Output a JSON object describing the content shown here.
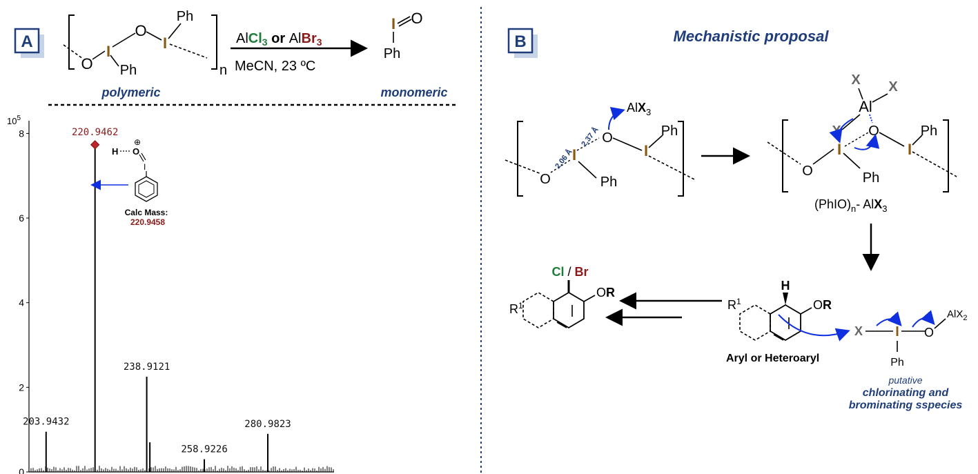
{
  "panel_a": {
    "label": "A",
    "ph_top": "Ph",
    "ph_bottom": "Ph",
    "o_left": "O",
    "o_mid": "O",
    "i_left": "I",
    "i_right": "I",
    "n_sub": "n",
    "polymeric": "polymeric",
    "monomeric": "monomeric",
    "reagent_al1": "Al",
    "reagent_cl3": "Cl",
    "reagent_cl3_sub": "3",
    "reagent_or": " or ",
    "reagent_al2": "Al",
    "reagent_br3": "Br",
    "reagent_br3_sub": "3",
    "conditions": "MeCN, 23 ºC",
    "product_i": "I",
    "product_o": "O",
    "product_ph": "Ph"
  },
  "panel_b": {
    "label": "B",
    "title": "Mechanistic proposal",
    "bond1": "2.06 Å",
    "bond2": "2.37 Å",
    "alx3_al": "Al",
    "alx3_x": "X",
    "alx3_sub": "3",
    "o1": "O",
    "o2": "O",
    "i1": "I",
    "i2": "I",
    "ph1": "Ph",
    "ph2": "Ph",
    "x_top1": "X",
    "x_top2": "X",
    "x_left": "X",
    "al_center": "Al",
    "o3": "O",
    "o4": "O",
    "i3": "I",
    "i4": "I",
    "ph3": "Ph",
    "ph4": "Ph",
    "complex_label_1": "(PhIO)",
    "complex_label_n": "n",
    "complex_label_2": "- Al",
    "complex_label_x": "X",
    "complex_label_sub": "3",
    "h_label": "H",
    "or_label": "OR",
    "r1_label": "R",
    "r1_sup": "1",
    "aryl_label": "Aryl or Heteroaryl",
    "x_species": "X",
    "i_species": "I",
    "o_species": "O",
    "alx2": "AlX",
    "alx2_sub": "2",
    "ph_species": "Ph",
    "putative": "putative",
    "species_line1": "chlorinating and",
    "species_line2": "brominating sspecies",
    "cl_label": "Cl",
    "slash": " / ",
    "br_label": "Br",
    "or_label2": "OR",
    "r1_label2": "R",
    "r1_sup2": "1"
  },
  "chart_data": {
    "type": "bar",
    "y_exponent_label": "10",
    "y_exponent_sup": "5",
    "yticks": [
      "0",
      "2",
      "4",
      "6",
      "8"
    ],
    "ylim": [
      0,
      8.3
    ],
    "xlim": [
      198,
      304
    ],
    "peaks": [
      {
        "mz": 203.9432,
        "intensity": 0.95,
        "label": "203.9432"
      },
      {
        "mz": 220.9462,
        "intensity": 7.7,
        "label": "220.9462"
      },
      {
        "mz": 238.9121,
        "intensity": 2.25,
        "label": "238.9121"
      },
      {
        "mz": 240.0,
        "intensity": 0.7,
        "label": ""
      },
      {
        "mz": 258.9226,
        "intensity": 0.3,
        "label": "258.9226"
      },
      {
        "mz": 280.9823,
        "intensity": 0.9,
        "label": "280.9823"
      }
    ],
    "inset": {
      "h": "H",
      "o": "O",
      "charge": "⊕",
      "i": "I",
      "calc_label": "Calc Mass:",
      "calc_value": "220.9458"
    }
  },
  "colors": {
    "navy": "#1f3d7a",
    "iodine": "#8b5a12",
    "green": "#1e7d3a",
    "darkred": "#8b1a1a",
    "arrow_blue": "#1030e0",
    "gray": "#555555"
  }
}
